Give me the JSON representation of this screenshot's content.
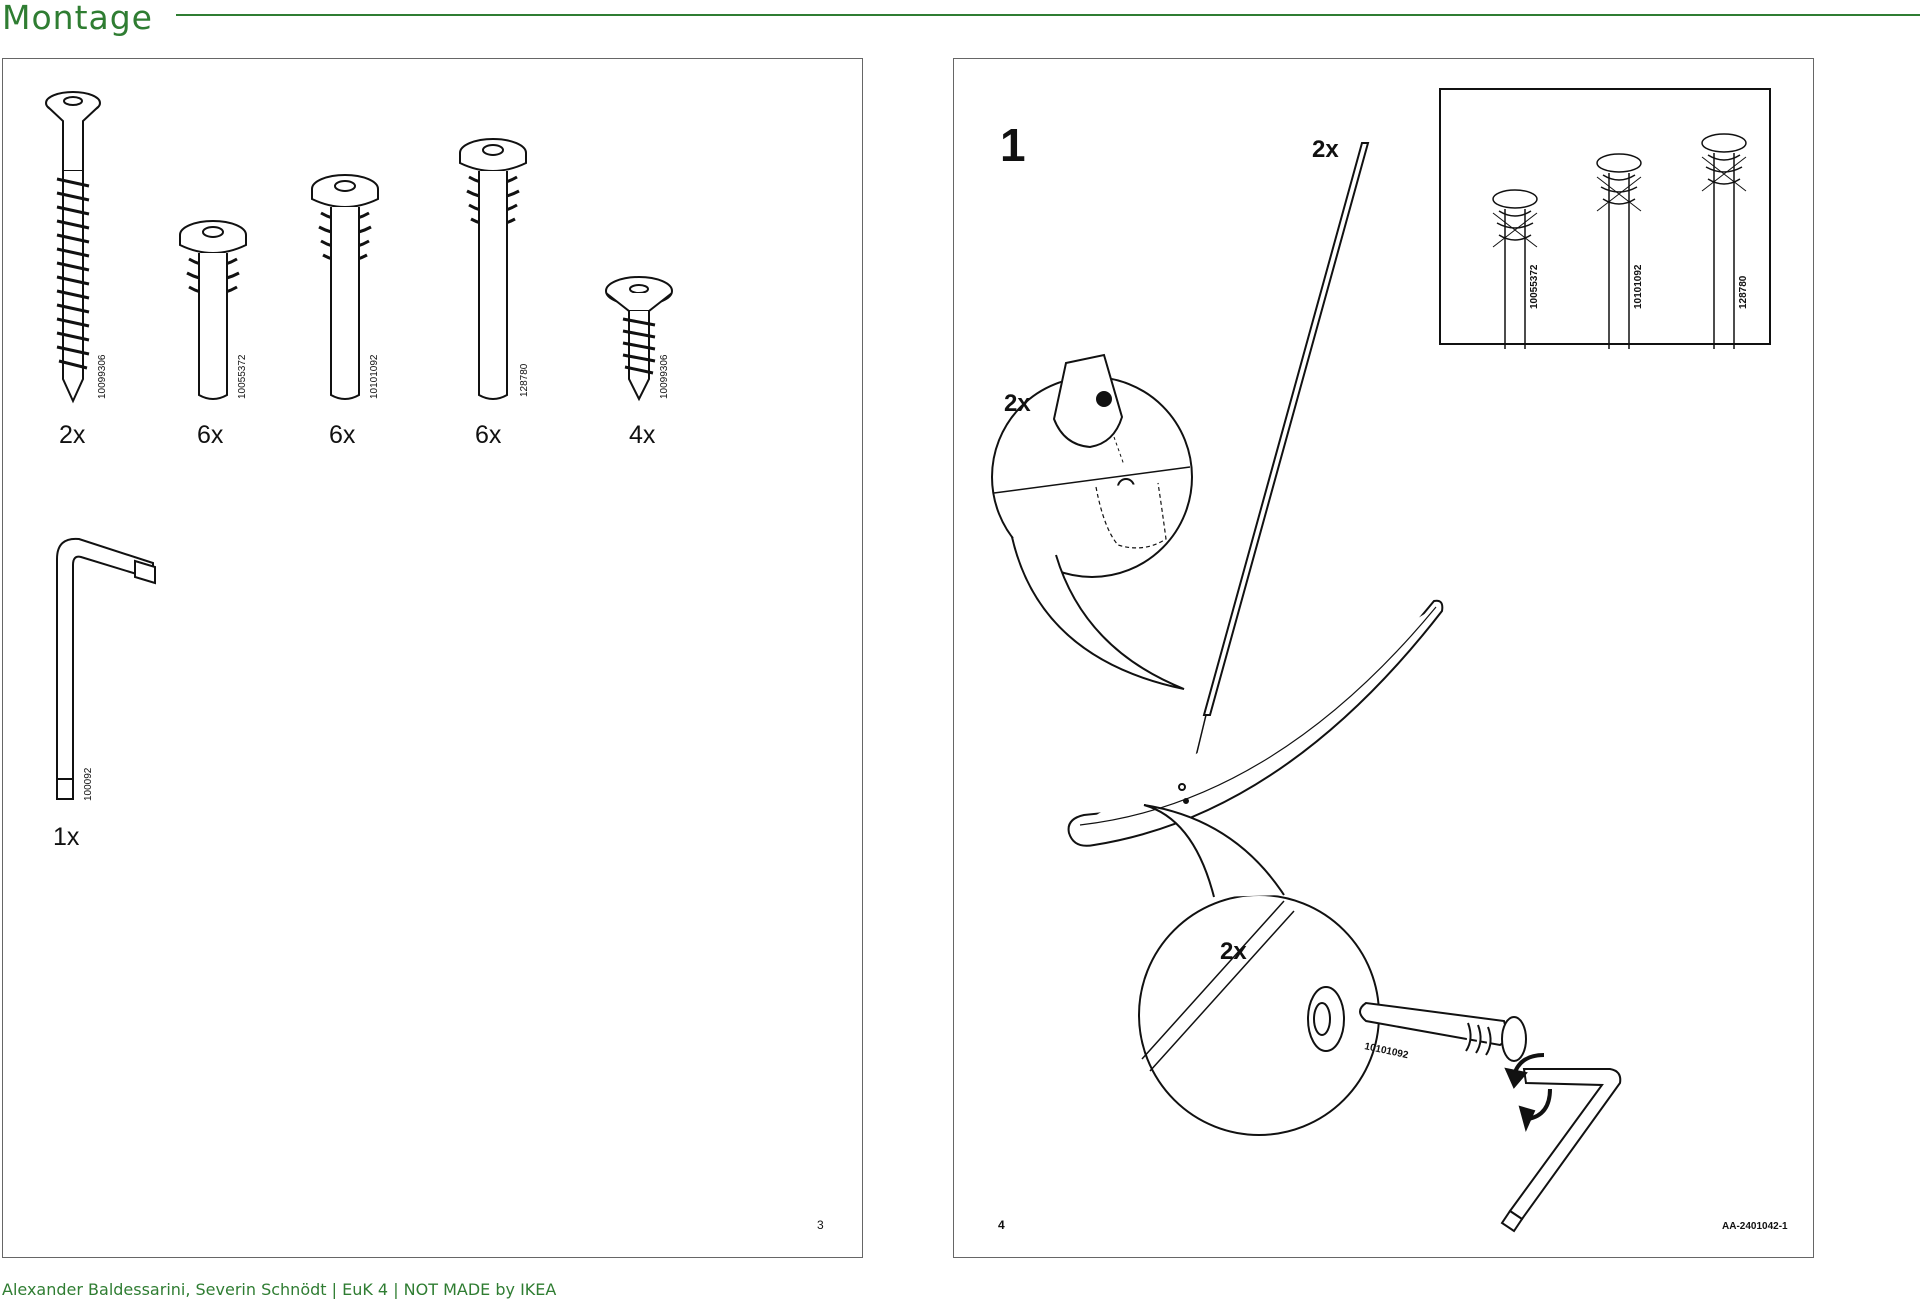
{
  "header": {
    "title": "Montage"
  },
  "left_page": {
    "parts": [
      {
        "code": "10099306",
        "qty": "2x"
      },
      {
        "code": "10055372",
        "qty": "6x"
      },
      {
        "code": "10101092",
        "qty": "6x"
      },
      {
        "code": "128780",
        "qty": "6x"
      },
      {
        "code": "10099306",
        "qty": "4x"
      }
    ],
    "tool": {
      "code": "100092",
      "qty": "1x"
    },
    "page_number": "3"
  },
  "right_page": {
    "step_number": "1",
    "rod_qty": "2x",
    "detail_top_qty": "2x",
    "detail_bottom_qty": "2x",
    "detail_bottom_code": "10101092",
    "warning_codes": [
      "10055372",
      "10101092",
      "128780"
    ],
    "page_number": "4",
    "doc_code": "AA-2401042-1"
  },
  "footer": {
    "text": "Alexander Baldessarini, Severin Schnödt | EuK 4 | NOT MADE by IKEA"
  }
}
